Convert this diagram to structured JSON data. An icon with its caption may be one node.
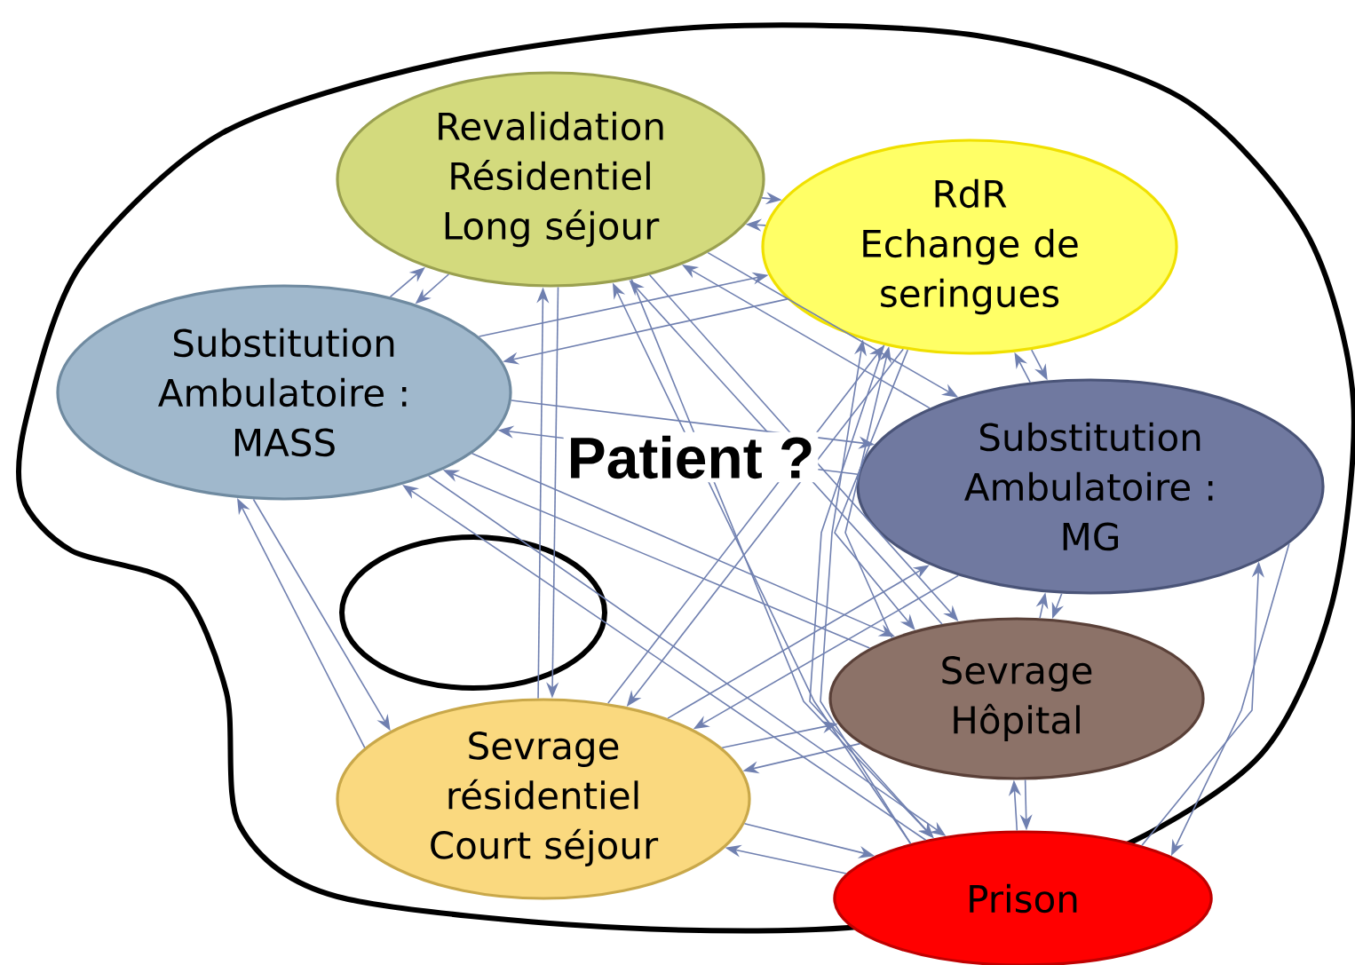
{
  "diagram": {
    "nodes": [
      {
        "text": [
          "Revalidation Résidentiel Long séjour"
        ]
      },
      {
        "text": [
          "RdR Echange de seringues"
        ]
      },
      {
        "text": [
          "Substitution Ambulatoire : MASS"
        ]
      },
      {
        "text": [
          "Substitution Ambulatoire : MG"
        ]
      },
      {
        "text": [
          "Sevrage Hôpital"
        ]
      },
      {
        "text": [
          "Sevrage résidentiel Court séjour"
        ]
      },
      {
        "text": [
          "Prison"
        ]
      }
    ],
    "edges": [
      {
        "from": 0,
        "to": 1,
        "arrow": "to"
      },
      {
        "from": 1,
        "to": 0,
        "arrow": "to"
      },
      {
        "from": 0,
        "to": 2,
        "arrow": "to"
      },
      {
        "from": 2,
        "to": 0,
        "arrow": "to"
      },
      {
        "from": 0,
        "to": 3,
        "arrow": "to"
      },
      {
        "from": 3,
        "to": 0,
        "arrow": "to"
      },
      {
        "from": 0,
        "to": 4,
        "arrow": "to"
      },
      {
        "from": 4,
        "to": 0,
        "arrow": "to"
      },
      {
        "from": 0,
        "to": 5,
        "arrow": "to"
      },
      {
        "from": 5,
        "to": 0,
        "arrow": "to"
      },
      {
        "from": 0,
        "to": 6,
        "arrow": "to"
      },
      {
        "from": 6,
        "to": 0,
        "arrow": "to"
      },
      {
        "from": 1,
        "to": 2,
        "arrow": "to"
      },
      {
        "from": 2,
        "to": 1,
        "arrow": "to"
      },
      {
        "from": 1,
        "to": 3,
        "arrow": "to"
      },
      {
        "from": 3,
        "to": 1,
        "arrow": "to"
      },
      {
        "from": 1,
        "to": 4,
        "arrow": "to"
      },
      {
        "from": 4,
        "to": 1,
        "arrow": "to"
      },
      {
        "from": 1,
        "to": 5,
        "arrow": "to"
      },
      {
        "from": 5,
        "to": 1,
        "arrow": "to"
      },
      {
        "from": 1,
        "to": 6,
        "arrow": "to"
      },
      {
        "from": 6,
        "to": 1,
        "arrow": "to"
      },
      {
        "from": 2,
        "to": 3,
        "arrow": "to"
      },
      {
        "from": 3,
        "to": 2,
        "arrow": "to"
      },
      {
        "from": 2,
        "to": 4,
        "arrow": "to"
      },
      {
        "from": 4,
        "to": 2,
        "arrow": "to"
      },
      {
        "from": 2,
        "to": 5,
        "arrow": "to"
      },
      {
        "from": 5,
        "to": 2,
        "arrow": "to"
      },
      {
        "from": 2,
        "to": 6,
        "arrow": "to"
      },
      {
        "from": 6,
        "to": 2,
        "arrow": "to"
      },
      {
        "from": 3,
        "to": 4,
        "arrow": "to"
      },
      {
        "from": 4,
        "to": 3,
        "arrow": "to"
      },
      {
        "from": 3,
        "to": 5,
        "arrow": "to"
      },
      {
        "from": 5,
        "to": 3,
        "arrow": "to"
      },
      {
        "from": 3,
        "to": 6,
        "arrow": "to"
      },
      {
        "from": 6,
        "to": 3,
        "arrow": "to"
      },
      {
        "from": 4,
        "to": 5,
        "arrow": "to"
      },
      {
        "from": 5,
        "to": 4,
        "arrow": "to"
      },
      {
        "from": 4,
        "to": 6,
        "arrow": "to"
      },
      {
        "from": 6,
        "to": 4,
        "arrow": "to"
      },
      {
        "from": 5,
        "to": 6,
        "arrow": "to"
      },
      {
        "from": 6,
        "to": 5,
        "arrow": "to"
      }
    ],
    "labels": [
      "Patient ?"
    ]
  }
}
